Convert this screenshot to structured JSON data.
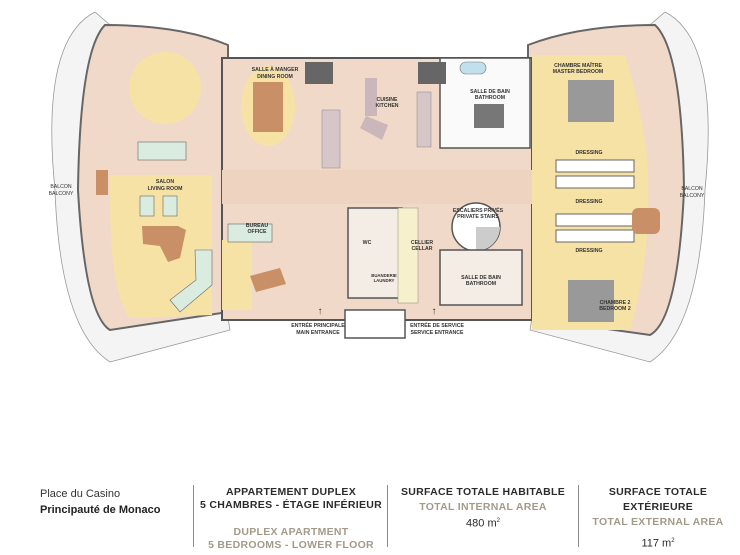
{
  "rooms": {
    "dining": [
      "SALLE À MANGER",
      "DINING ROOM"
    ],
    "kitchen": [
      "CUISINE",
      "KITCHEN"
    ],
    "bath_top": [
      "SALLE DE BAIN",
      "BATHROOM"
    ],
    "master": [
      "CHAMBRE MAÎTRE",
      "MASTER BEDROOM"
    ],
    "dressing1": "DRESSING",
    "dressing2": "DRESSING",
    "dressing3": "DRESSING",
    "balcony_right": [
      "BALCON",
      "BALCONY"
    ],
    "balcony_left": [
      "BALCON",
      "BALCONY"
    ],
    "living": [
      "SALON",
      "LIVING ROOM"
    ],
    "office": [
      "BUREAU",
      "OFFICE"
    ],
    "wc": "WC",
    "cellar": [
      "CELLIER",
      "CELLAR"
    ],
    "laundry": [
      "BUANDERIE",
      "LAUNDRY"
    ],
    "stairs": [
      "ESCALIERS PRIVÉS",
      "PRIVATE STAIRS"
    ],
    "bath_low": [
      "SALLE DE BAIN",
      "BATHROOM"
    ],
    "bedroom2": [
      "CHAMBRE 2",
      "BEDROOM 2"
    ],
    "main_entrance": [
      "ENTRÉE PRINCIPALE",
      "MAIN ENTRANCE"
    ],
    "service_entrance": [
      "ENTRÉE DE SERVICE",
      "SERVICE ENTRANCE"
    ]
  },
  "footer": {
    "location_line1": "Place du Casino",
    "location_line2": "Principauté de Monaco",
    "apt_fr_1": "APPARTEMENT DUPLEX",
    "apt_fr_2": "5 CHAMBRES - ÉTAGE INFÉRIEUR",
    "apt_en_1": "DUPLEX APARTMENT",
    "apt_en_2": "5 BEDROOMS - LOWER FLOOR",
    "internal_fr": "SURFACE TOTALE HABITABLE",
    "internal_en": "TOTAL INTERNAL AREA",
    "internal_value": "480 m",
    "external_fr_1": "SURFACE TOTALE",
    "external_fr_2": "EXTÉRIEURE",
    "external_en": "TOTAL EXTERNAL AREA",
    "external_value": "117 m",
    "unit_sup": "2"
  },
  "colors": {
    "floor": "#f0d9c8",
    "zone": "#f7e2a6",
    "wall": "#555555",
    "furniture": "#d9ecdf",
    "wood": "#c98f66"
  }
}
